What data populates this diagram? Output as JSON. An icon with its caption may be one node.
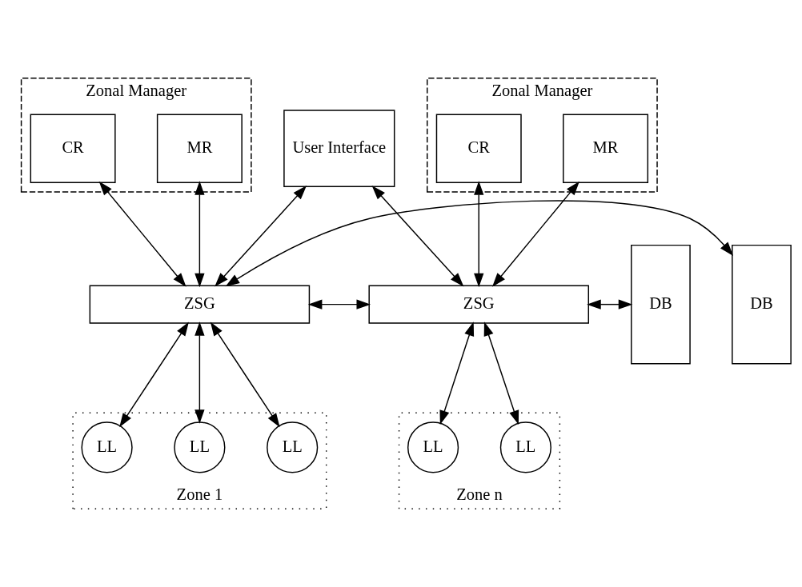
{
  "diagram": {
    "nodes": [
      {
        "text": [
          "User Interface"
        ]
      },
      {
        "text": [
          "Zonal Manager"
        ]
      },
      {
        "text": [
          "MR"
        ],
        "in": 1
      },
      {
        "text": [
          "CR"
        ],
        "in": 1
      },
      {
        "text": [
          "DB"
        ]
      },
      {
        "text": [
          "ZSG"
        ]
      },
      {
        "text": [
          "Zone 1"
        ]
      },
      {
        "text": [
          "LL"
        ],
        "in": 6
      },
      {
        "text": [
          "LL"
        ],
        "in": 6
      },
      {
        "text": [
          "LL"
        ],
        "in": 6
      },
      {
        "text": [
          "Zonal Manager"
        ]
      },
      {
        "text": [
          "MR"
        ],
        "in": 10
      },
      {
        "text": [
          "CR"
        ],
        "in": 10
      },
      {
        "text": [
          "ZSG"
        ]
      },
      {
        "text": [
          "DB"
        ]
      },
      {
        "text": [
          "Zone n"
        ]
      },
      {
        "text": [
          "LL"
        ],
        "in": 15
      },
      {
        "text": [
          "LL"
        ],
        "in": 15
      }
    ],
    "edges": [
      {
        "from": 0,
        "to": 5,
        "arrow": "both"
      },
      {
        "from": 0,
        "to": 13,
        "arrow": "both"
      },
      {
        "from": 2,
        "to": 5,
        "arrow": "both"
      },
      {
        "from": 3,
        "to": 5,
        "arrow": "both"
      },
      {
        "from": 4,
        "to": 5,
        "arrow": "both"
      },
      {
        "from": 5,
        "to": 13,
        "arrow": "both"
      },
      {
        "from": 5,
        "to": 7,
        "arrow": "both"
      },
      {
        "from": 5,
        "to": 8,
        "arrow": "both"
      },
      {
        "from": 5,
        "to": 9,
        "arrow": "both"
      },
      {
        "from": 11,
        "to": 13,
        "arrow": "both"
      },
      {
        "from": 12,
        "to": 13,
        "arrow": "both"
      },
      {
        "from": 13,
        "to": 14,
        "arrow": "both"
      },
      {
        "from": 13,
        "to": 16,
        "arrow": "both"
      },
      {
        "from": 13,
        "to": 17,
        "arrow": "both"
      }
    ]
  }
}
